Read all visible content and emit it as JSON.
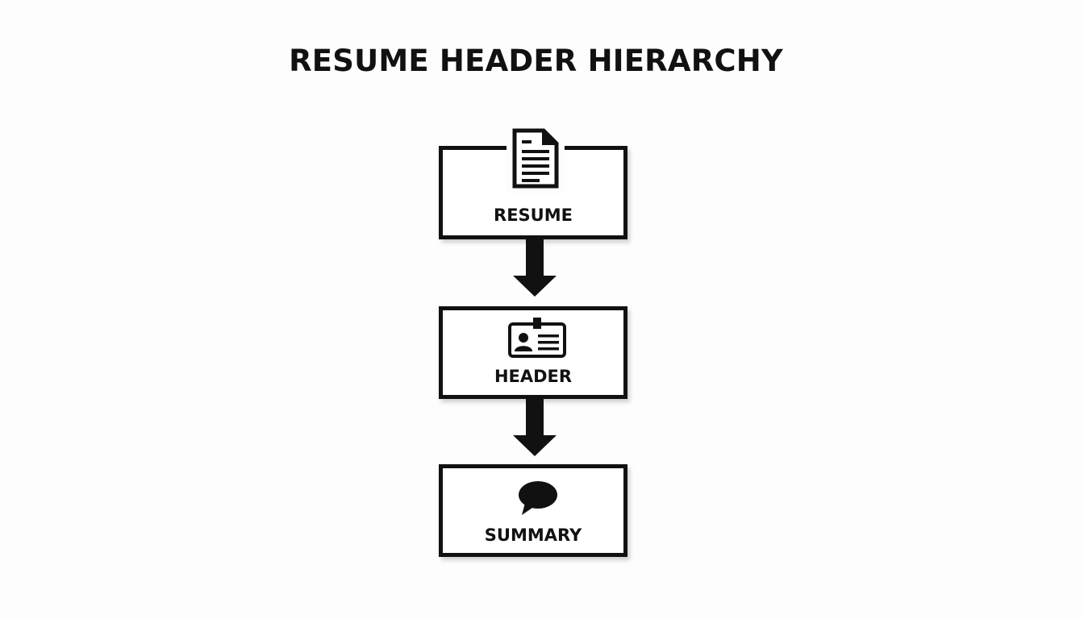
{
  "title": "RESUME HEADER HIERARCHY",
  "nodes": [
    {
      "label": "RESUME",
      "icon": "document-icon"
    },
    {
      "label": "HEADER",
      "icon": "id-card-icon"
    },
    {
      "label": "SUMMARY",
      "icon": "speech-bubble-icon"
    }
  ],
  "colors": {
    "stroke": "#111111",
    "background": "#fdfdfd"
  }
}
